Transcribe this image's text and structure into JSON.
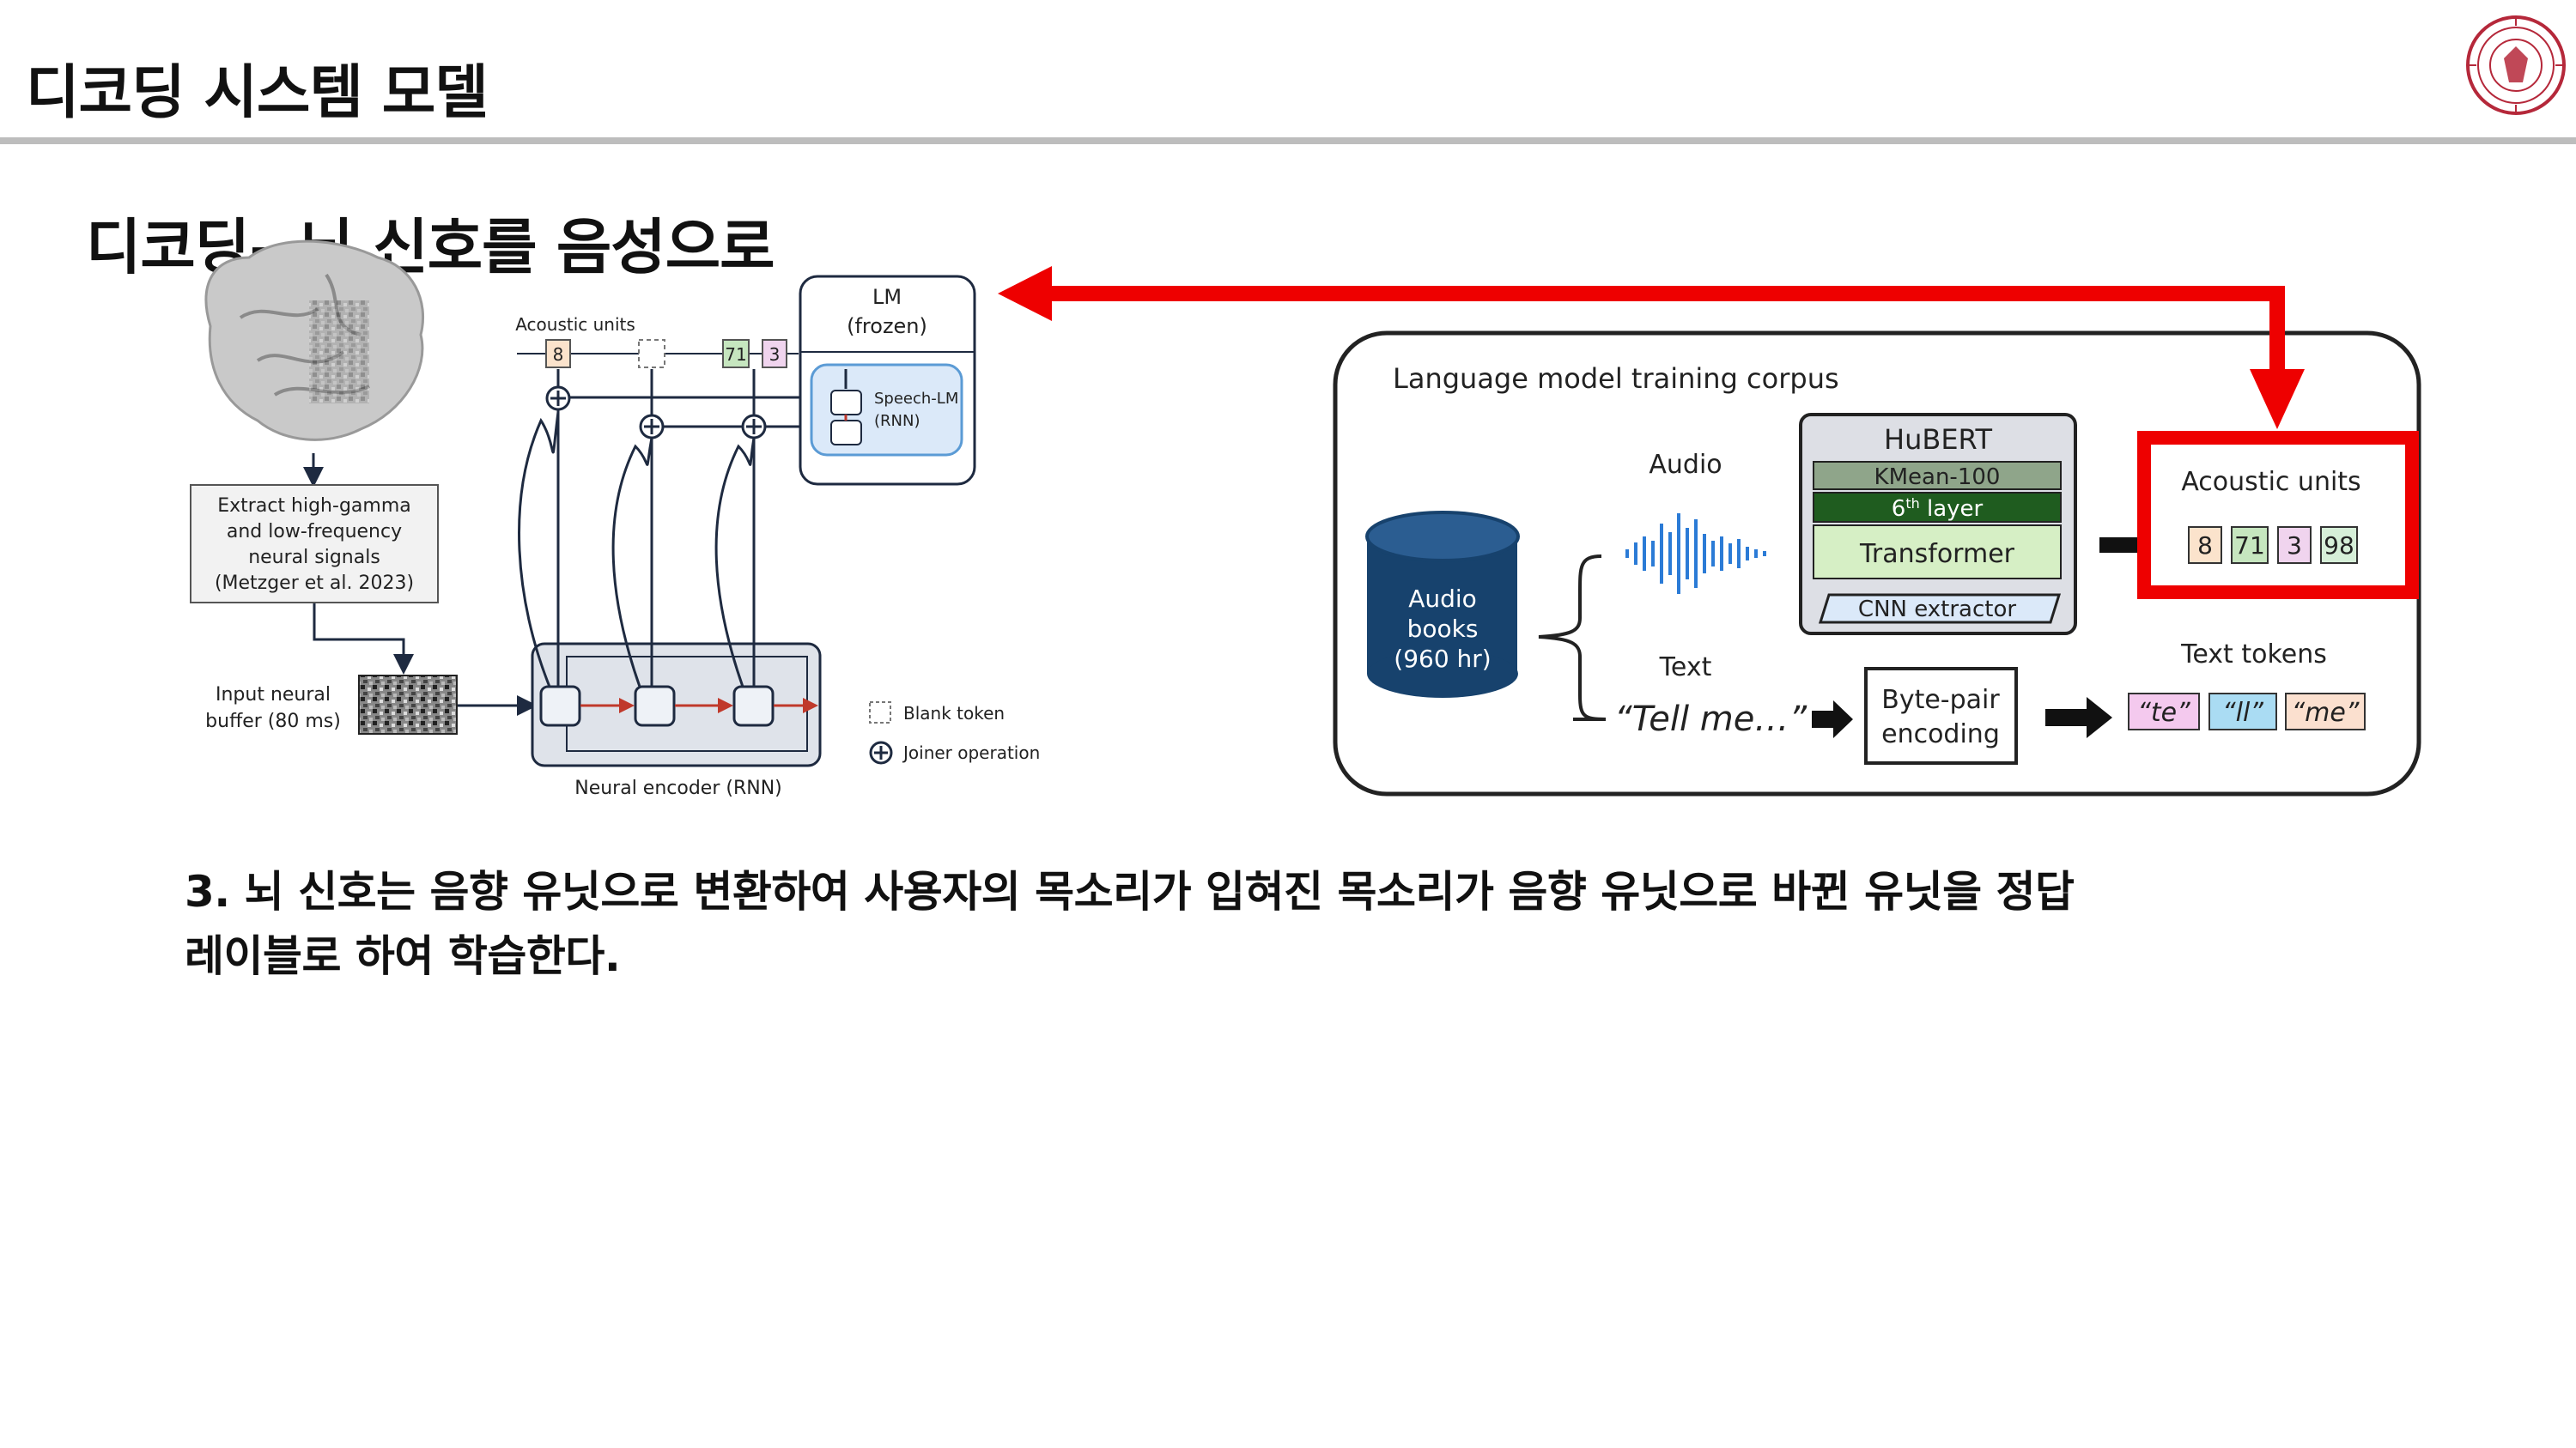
{
  "header": {
    "title": "디코딩 시스템 모델"
  },
  "subtitle": "디코딩– 뇌 신호를 음성으로",
  "left_figure": {
    "acoustic_units_label": "Acoustic units",
    "units": [
      "8",
      "71",
      "3"
    ],
    "lm_label_line1": "LM",
    "lm_label_line2": "(frozen)",
    "speech_lm_line1": "Speech-LM",
    "speech_lm_line2": "(RNN)",
    "extract_box": [
      "Extract high-gamma",
      "and low-frequency",
      "neural signals",
      "(Metzger et al. 2023)"
    ],
    "input_buffer": [
      "Input neural",
      "buffer (80 ms)"
    ],
    "encoder_label": "Neural encoder (RNN)",
    "legend_blank": "Blank token",
    "legend_joiner": "Joiner operation"
  },
  "right_figure": {
    "corpus_label": "Language model training corpus",
    "audio_label": "Audio",
    "text_label": "Text",
    "books": [
      "Audio",
      "books",
      "(960 hr)"
    ],
    "hubert": {
      "title": "HuBERT",
      "kmean": "KMean-100",
      "layer_prefix": "6",
      "layer_sup": "th",
      "layer_suffix": " layer",
      "transformer": "Transformer",
      "cnn": "CNN extractor"
    },
    "tell_me": "“Tell me…”",
    "bpe": [
      "Byte-pair",
      "encoding"
    ],
    "acoustic_units_label": "Acoustic units",
    "units": [
      "8",
      "71",
      "3",
      "98"
    ],
    "text_tokens_label": "Text tokens",
    "tokens": [
      "“te”",
      "“ll”",
      "“me”"
    ]
  },
  "body_text": {
    "line1": "3. 뇌 신호는 음향 유닛으로 변환하여 사용자의 목소리가 입혀진 목소리가 음향 유닛으로 바뀐 유닛을 정답",
    "line2": "레이블로 하여 학습한다."
  },
  "colors": {
    "highlight_red": "#ee0000",
    "unit_8": "#fbe3cc",
    "unit_71": "#c6e6bf",
    "unit_3": "#f0d4ee",
    "unit_98": "#d6efd8",
    "lm_blue": "#dbe9f9",
    "hubert_dark_green": "#1f5c1f",
    "hubert_light_green": "#d6efc5",
    "token_pink": "#f4c9ee",
    "token_blue": "#aadcf3",
    "token_peach": "#fbe0cf"
  },
  "icons": [
    "university-seal-icon",
    "brain-icon",
    "audio-waveform-icon",
    "database-cylinder-icon",
    "arrow-right-icon"
  ]
}
